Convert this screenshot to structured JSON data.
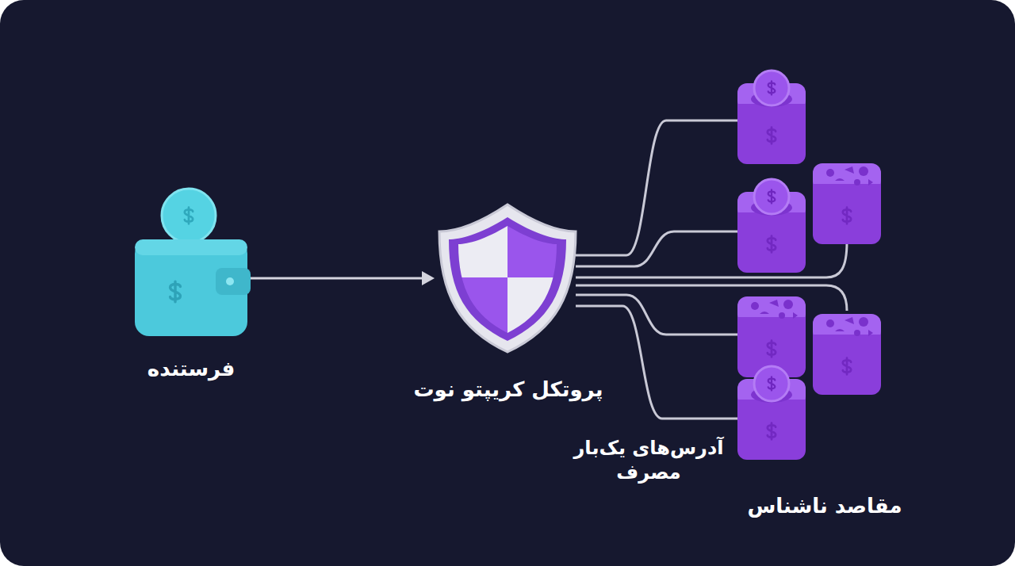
{
  "diagram": {
    "nodes": [
      {
        "text": [
          "فرستنده"
        ]
      },
      {
        "text": [
          "پروتکل کریپتو نوت"
        ]
      }
    ],
    "edges": [
      {
        "from": 0,
        "to": 1,
        "arrow": "to"
      }
    ],
    "labels": [
      "آدرس‌های یک‌بار مصرف",
      "مقاصد ناشناس"
    ]
  }
}
